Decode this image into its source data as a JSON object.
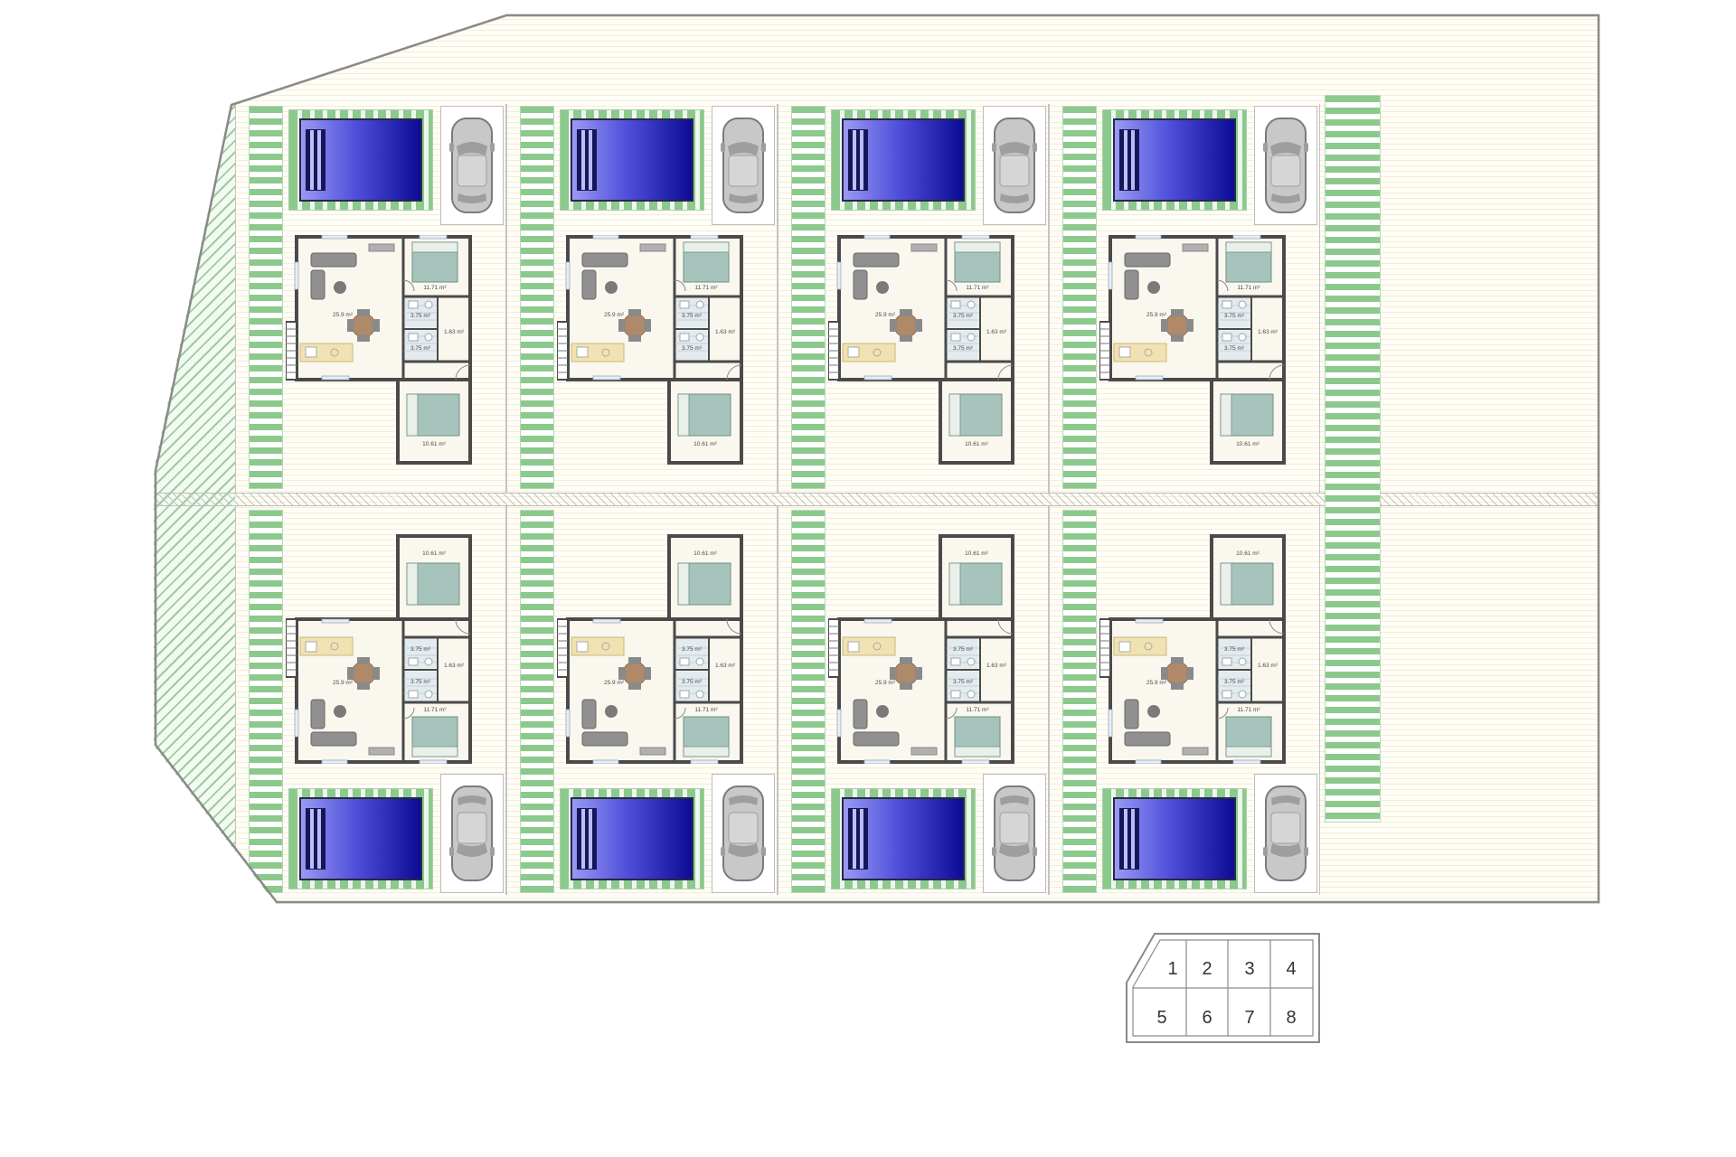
{
  "rooms": {
    "living": "25.9 m²",
    "bedroom_1": "11.71 m²",
    "bedroom_2": "10.61 m²",
    "bathroom_1": "3.75 m²",
    "bathroom_2": "3.75 m²",
    "hall": "1.63 m²"
  },
  "plots": [
    {
      "number": "1",
      "col": 0,
      "row": "top"
    },
    {
      "number": "2",
      "col": 1,
      "row": "top"
    },
    {
      "number": "3",
      "col": 2,
      "row": "top"
    },
    {
      "number": "4",
      "col": 3,
      "row": "top"
    },
    {
      "number": "5",
      "col": 0,
      "row": "bottom"
    },
    {
      "number": "6",
      "col": 1,
      "row": "bottom"
    },
    {
      "number": "7",
      "col": 2,
      "row": "bottom"
    },
    {
      "number": "8",
      "col": 3,
      "row": "bottom"
    }
  ],
  "legend": {
    "cells": [
      "1",
      "2",
      "3",
      "4",
      "5",
      "6",
      "7",
      "8"
    ]
  },
  "colors": {
    "garden_green": "#8cc98c",
    "pool_blue_dark": "#0b0b96",
    "pool_blue_light": "#9a9af2",
    "wall": "#4a4a4a",
    "floor": "#faf7ee",
    "bed": "#a7c4bc",
    "boundary": "#8a8a8a"
  },
  "icons": {
    "car": "car-icon",
    "pool": "swimming-pool",
    "stairs": "stairs-icon",
    "bed": "bed-icon",
    "sofa": "sofa-icon",
    "dining_table": "dining-table-icon"
  }
}
